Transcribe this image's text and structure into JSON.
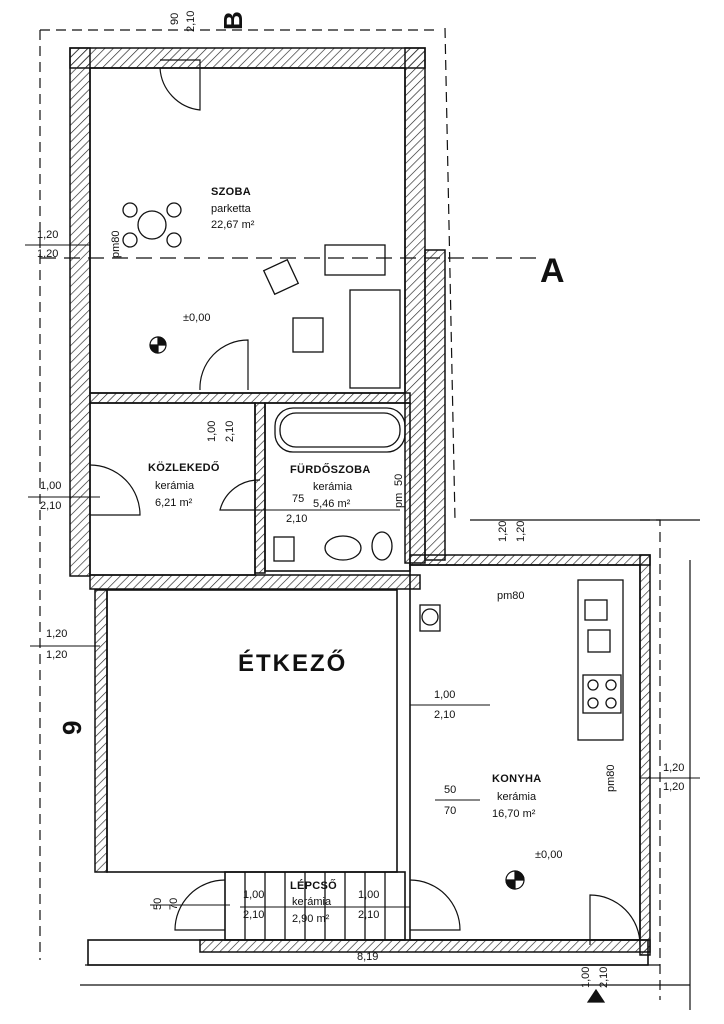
{
  "rooms": {
    "szoba": {
      "name": "SZOBA",
      "material": "parketta",
      "area": "22,67 m²"
    },
    "kozlekedo": {
      "name": "KÖZLEKEDŐ",
      "material": "kerámia",
      "area": "6,21 m²"
    },
    "furdoszoba": {
      "name": "FÜRDŐSZOBA",
      "material": "kerámia",
      "area": "5,46 m²"
    },
    "etkezo": {
      "name": "ÉTKEZŐ"
    },
    "konyha": {
      "name": "KONYHA",
      "material": "kerámia",
      "area": "16,70 m²"
    },
    "lepcso": {
      "name": "LÉPCSŐ",
      "material": "kerámia",
      "area": "2,90 m²"
    }
  },
  "levels": {
    "upper": "±0,00",
    "lower": "±0,00"
  },
  "section_label": "A",
  "openings": {
    "top_door": {
      "a": "90",
      "b": "2,10"
    },
    "top_marker": "B",
    "left_window_top": {
      "a": "1,20",
      "b": "1,20",
      "sill": "pm80"
    },
    "kozlekedo_door": {
      "a": "1,00",
      "b": "2,10"
    },
    "left_door": {
      "a": "1,00",
      "b": "2,10"
    },
    "bath_door": {
      "a": "75",
      "b": "2,10"
    },
    "bath_window": {
      "a": "50",
      "sill": "pm"
    },
    "right_window": {
      "a": "1,20",
      "b": "1,20"
    },
    "kitchen_window": {
      "sill": "pm80"
    },
    "left_window_mid": {
      "a": "1,20",
      "b": "1,20"
    },
    "etkezo_kitchen_opening": {
      "a": "1,00",
      "b": "2,10"
    },
    "kitchen_small": {
      "a": "50",
      "b": "70"
    },
    "kitchen_right_window": {
      "a": "1,20",
      "b": "1,20",
      "sill": "pm80"
    },
    "lepcso_left_window": {
      "a": "50",
      "b": "70"
    },
    "lepcso_door_left": {
      "a": "1,00",
      "b": "2,10"
    },
    "lepcso_door_right": {
      "a": "1,00",
      "b": "2,10"
    },
    "bottom_dim": "8,19",
    "bottom_door": {
      "a": "1,00",
      "b": "2,10"
    },
    "side_marker": "9"
  }
}
